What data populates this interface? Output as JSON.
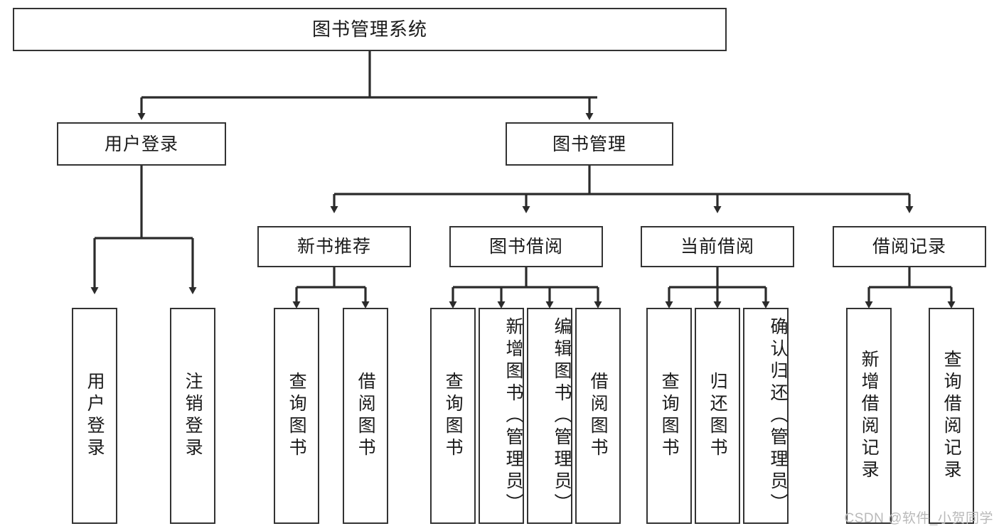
{
  "diagram": {
    "title": "图书管理系统",
    "type": "tree-hierarchy",
    "watermark": "CSDN @软件_小贺同学",
    "colors": {
      "stroke": "#333333",
      "fill": "#ffffff",
      "text": "#1a1a1a",
      "watermark": "#b9b9b9"
    },
    "levels": {
      "root": {
        "label": "图书管理系统"
      },
      "level2": [
        {
          "label": "用户登录"
        },
        {
          "label": "图书管理"
        }
      ],
      "level3": [
        {
          "label": "新书推荐"
        },
        {
          "label": "图书借阅"
        },
        {
          "label": "当前借阅"
        },
        {
          "label": "借阅记录"
        }
      ],
      "leaves": [
        {
          "label": "用户登录",
          "parent": "用户登录"
        },
        {
          "label": "注销登录",
          "parent": "用户登录"
        },
        {
          "label": "查询图书",
          "parent": "新书推荐"
        },
        {
          "label": "借阅图书",
          "parent": "新书推荐"
        },
        {
          "label": "查询图书",
          "parent": "图书借阅"
        },
        {
          "label": "新增图书（管理员）",
          "parent": "图书借阅"
        },
        {
          "label": "编辑图书（管理员）",
          "parent": "图书借阅"
        },
        {
          "label": "借阅图书",
          "parent": "图书借阅"
        },
        {
          "label": "查询图书",
          "parent": "当前借阅"
        },
        {
          "label": "归还图书",
          "parent": "当前借阅"
        },
        {
          "label": "确认归还（管理员）",
          "parent": "当前借阅"
        },
        {
          "label": "新增借阅记录",
          "parent": "借阅记录"
        },
        {
          "label": "查询借阅记录",
          "parent": "借阅记录"
        }
      ]
    }
  }
}
